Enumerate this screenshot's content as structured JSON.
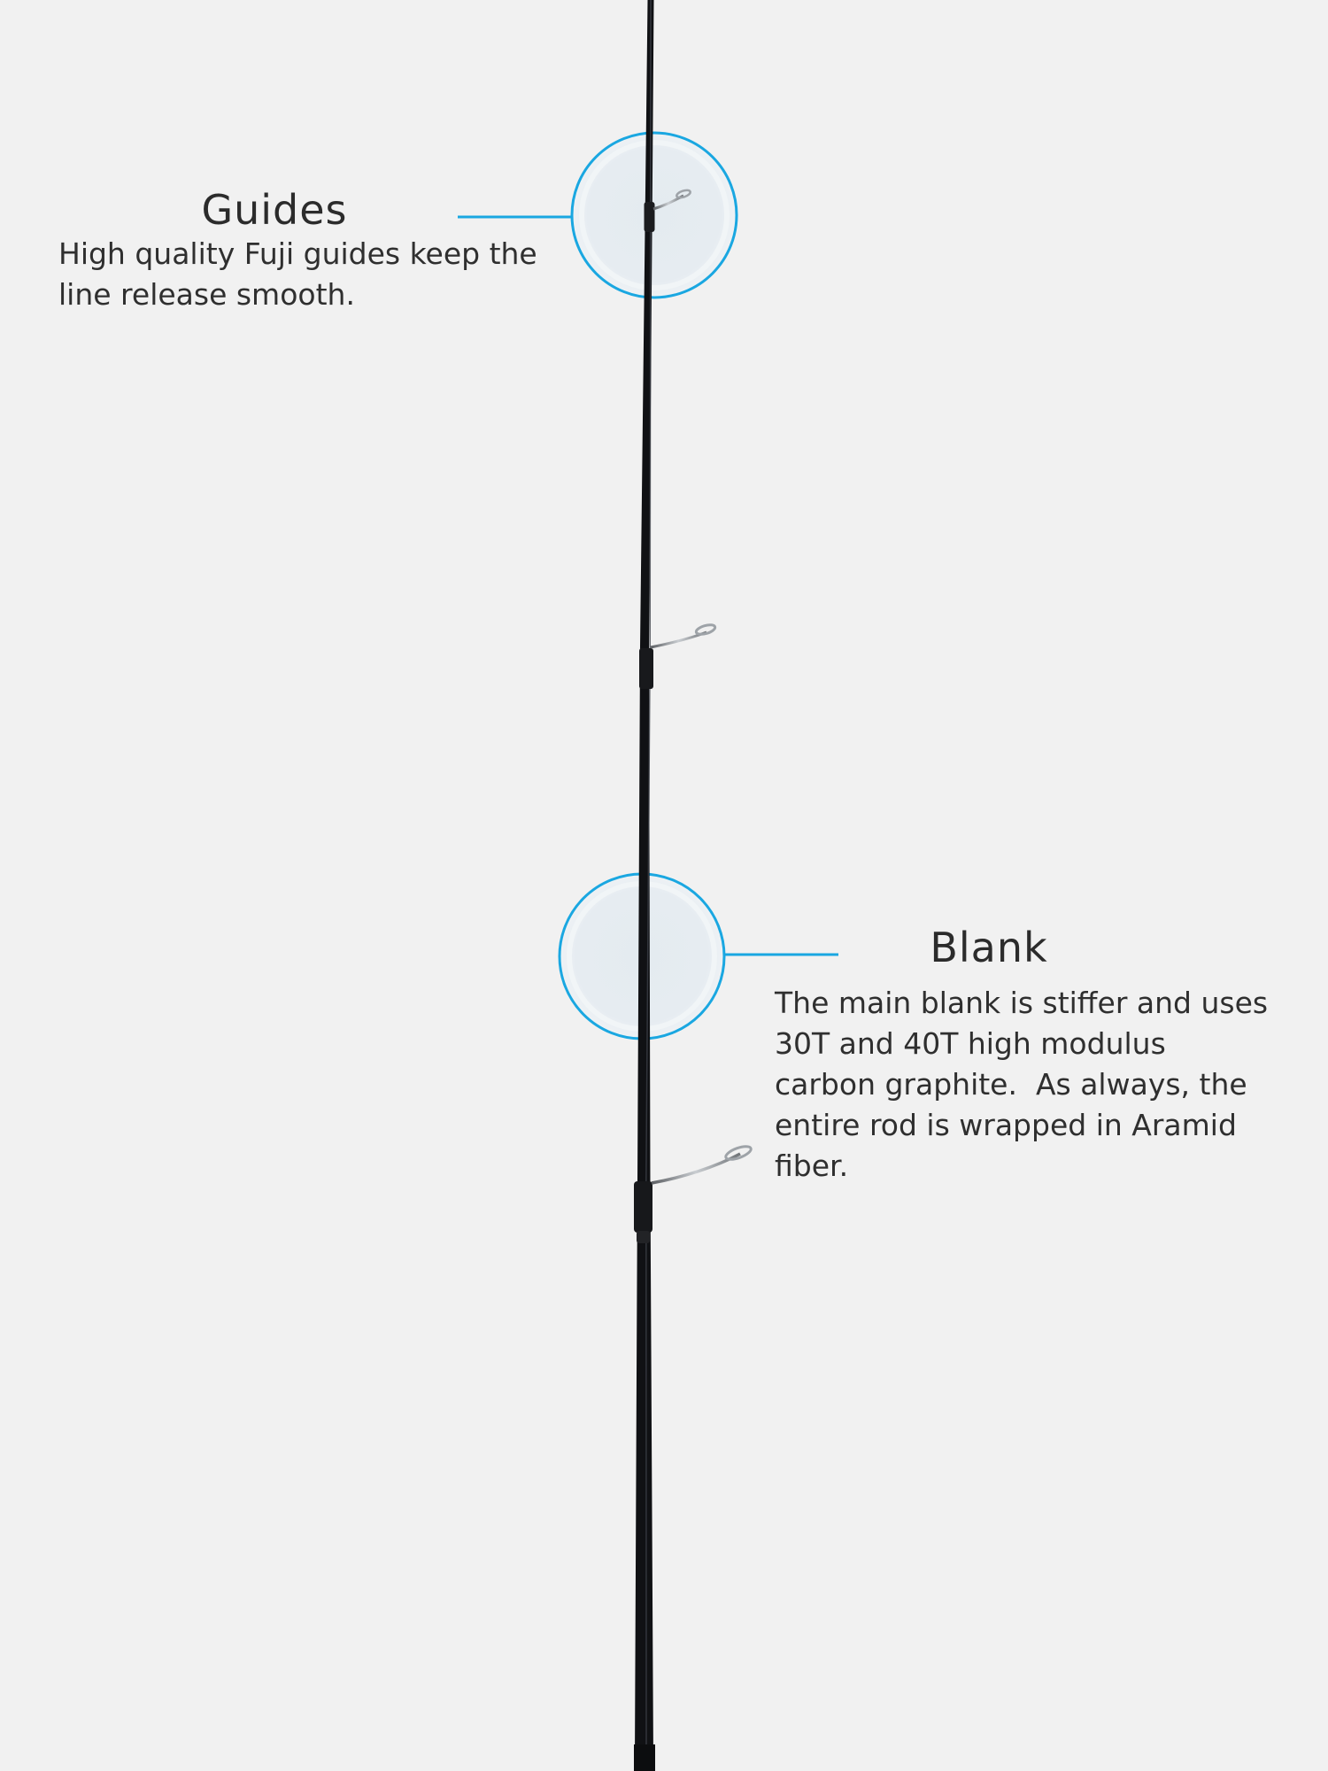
{
  "colors": {
    "background": "#f1f1f1",
    "accent": "#1aa7e1",
    "rod": "#101114",
    "text": "#2b2b2b"
  },
  "callouts": {
    "guides": {
      "title": "Guides",
      "lines": [
        "High quality Fuji guides keep the",
        "line release smooth."
      ]
    },
    "blank": {
      "title": "Blank",
      "lines": [
        "The main blank is stiffer and uses",
        "30T and 40T high modulus",
        "carbon graphite.  As always, the",
        "entire rod is wrapped in Aramid",
        "fiber."
      ]
    }
  }
}
